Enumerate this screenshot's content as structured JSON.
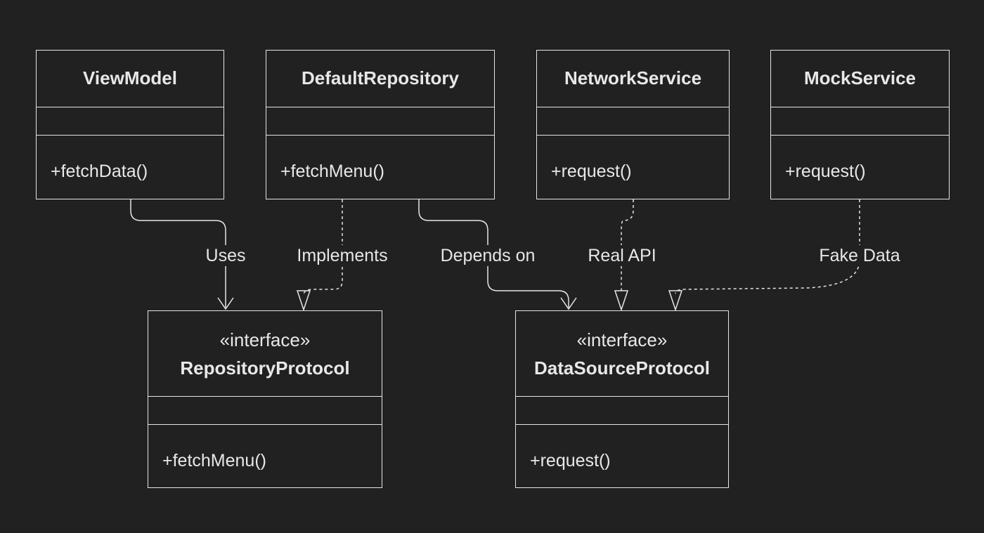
{
  "colors": {
    "background": "#212121",
    "stroke": "#e6e6e6",
    "text": "#e8e8e8"
  },
  "classes": {
    "view_model": {
      "name": "ViewModel",
      "methods": [
        "+fetchData()"
      ]
    },
    "default_repository": {
      "name": "DefaultRepository",
      "methods": [
        "+fetchMenu()"
      ]
    },
    "network_service": {
      "name": "NetworkService",
      "methods": [
        "+request()"
      ]
    },
    "mock_service": {
      "name": "MockService",
      "methods": [
        "+request()"
      ]
    },
    "repository_protocol": {
      "stereotype": "«interface»",
      "name": "RepositoryProtocol",
      "methods": [
        "+fetchMenu()"
      ]
    },
    "data_source_protocol": {
      "stereotype": "«interface»",
      "name": "DataSourceProtocol",
      "methods": [
        "+request()"
      ]
    }
  },
  "relations": {
    "uses": {
      "label": "Uses",
      "from": "ViewModel",
      "to": "RepositoryProtocol",
      "kind": "association"
    },
    "implements": {
      "label": "Implements",
      "from": "DefaultRepository",
      "to": "RepositoryProtocol",
      "kind": "realization"
    },
    "depends_on": {
      "label": "Depends on",
      "from": "DefaultRepository",
      "to": "DataSourceProtocol",
      "kind": "association"
    },
    "real_api": {
      "label": "Real API",
      "from": "NetworkService",
      "to": "DataSourceProtocol",
      "kind": "realization"
    },
    "fake_data": {
      "label": "Fake Data",
      "from": "MockService",
      "to": "DataSourceProtocol",
      "kind": "realization"
    }
  }
}
